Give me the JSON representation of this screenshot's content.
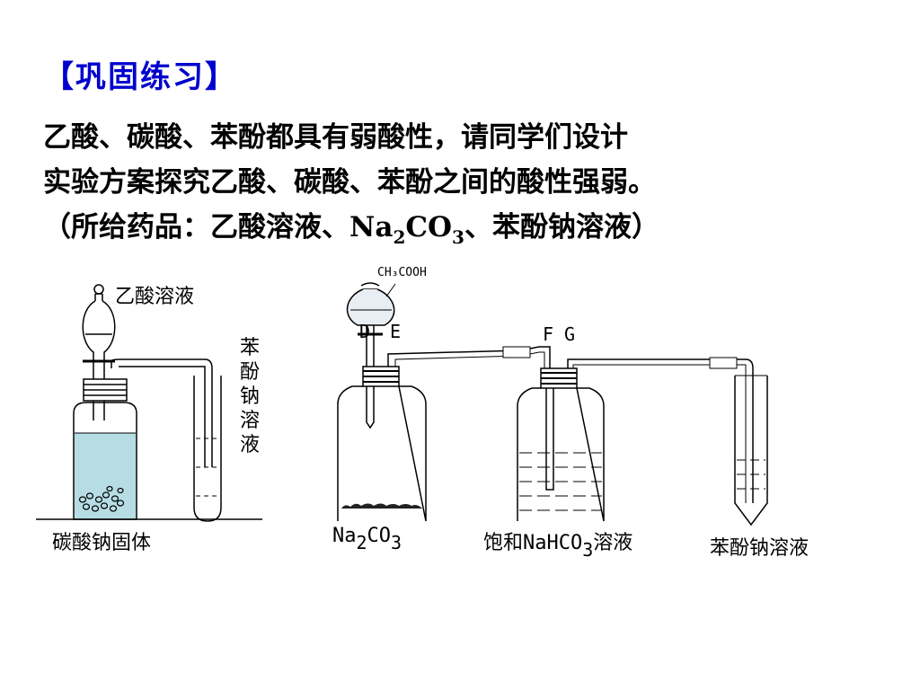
{
  "slide": {
    "title": "【巩固练习】",
    "line1": "乙酸、碳酸、苯酚都具有弱酸性，请同学们设计",
    "line2": "实验方案探究乙酸、碳酸、苯酚之间的酸性强弱。",
    "line3_prefix": "（所给药品：乙酸溶液、",
    "formula_na": "Na",
    "sub_2": "2",
    "formula_co": "CO",
    "sub_3": "3",
    "line3_suffix": "、苯酚钠溶液）"
  },
  "left_apparatus": {
    "funnel_label": "乙酸溶液",
    "tube_label_chars": [
      "苯",
      "酚",
      "钠",
      "溶",
      "液"
    ],
    "bottom_label": "碳酸钠固体"
  },
  "right_apparatus": {
    "funnel_reagent": "CH₃COOH",
    "port_d": "D",
    "port_e": "E",
    "port_f": "F",
    "port_g": "G",
    "flask1_na": "Na",
    "flask1_sub2": "2",
    "flask1_co": "CO",
    "flask1_sub3": "3",
    "flask2_prefix": "饱和NaHCO",
    "flask2_sub3": "3",
    "flask2_suffix": "溶液",
    "tube_label": "苯酚钠溶液"
  }
}
